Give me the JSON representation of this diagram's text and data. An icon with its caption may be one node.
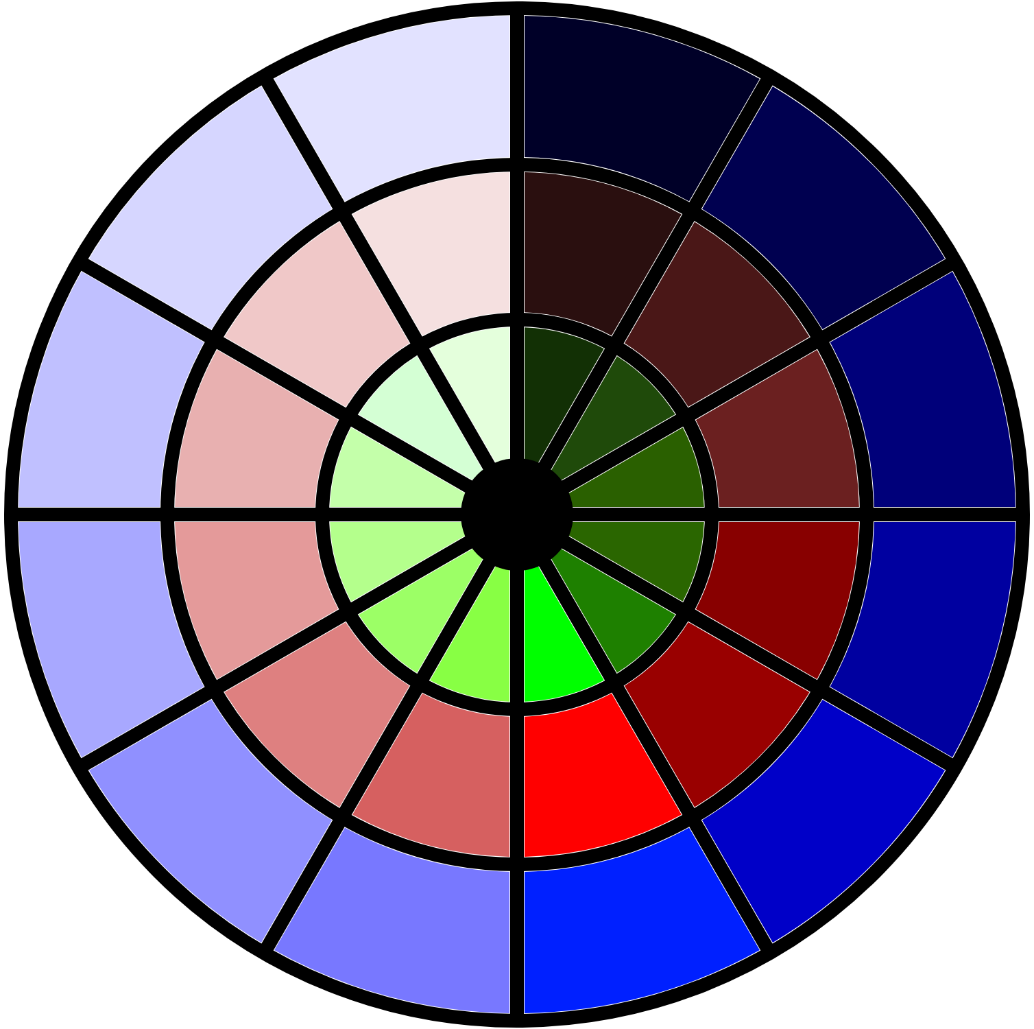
{
  "diagram": {
    "nodes": [
      {
        "text": [],
        "shape": "wedge"
      },
      {
        "text": [],
        "shape": "wedge"
      },
      {
        "text": [],
        "shape": "wedge"
      },
      {
        "text": [],
        "shape": "wedge"
      },
      {
        "text": [],
        "shape": "wedge"
      },
      {
        "text": [],
        "shape": "wedge"
      },
      {
        "text": [],
        "shape": "wedge"
      },
      {
        "text": [],
        "shape": "wedge"
      },
      {
        "text": [],
        "shape": "wedge"
      },
      {
        "text": [],
        "shape": "wedge"
      },
      {
        "text": [],
        "shape": "wedge"
      },
      {
        "text": [],
        "shape": "wedge"
      },
      {
        "text": [],
        "shape": "wedge"
      },
      {
        "text": [],
        "shape": "wedge"
      },
      {
        "text": [],
        "shape": "wedge"
      },
      {
        "text": [],
        "shape": "wedge"
      },
      {
        "text": [],
        "shape": "wedge"
      },
      {
        "text": [],
        "shape": "wedge"
      },
      {
        "text": [],
        "shape": "wedge"
      },
      {
        "text": [],
        "shape": "wedge"
      },
      {
        "text": [],
        "shape": "wedge"
      },
      {
        "text": [],
        "shape": "wedge"
      },
      {
        "text": [],
        "shape": "wedge"
      },
      {
        "text": [],
        "shape": "wedge"
      },
      {
        "text": [],
        "shape": "wedge"
      },
      {
        "text": [],
        "shape": "wedge"
      },
      {
        "text": [],
        "shape": "wedge"
      },
      {
        "text": [],
        "shape": "wedge"
      },
      {
        "text": [],
        "shape": "wedge"
      },
      {
        "text": [],
        "shape": "wedge"
      },
      {
        "text": [],
        "shape": "wedge"
      },
      {
        "text": [],
        "shape": "wedge"
      },
      {
        "text": [],
        "shape": "wedge"
      },
      {
        "text": [],
        "shape": "wedge"
      },
      {
        "text": [],
        "shape": "wedge"
      },
      {
        "text": [],
        "shape": "wedge"
      },
      {
        "text": [],
        "shape": "circle"
      }
    ]
  }
}
